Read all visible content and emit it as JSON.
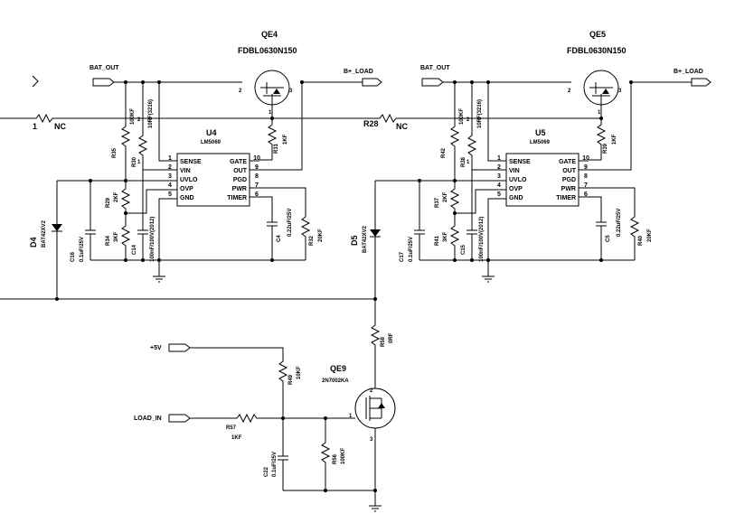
{
  "nets": {
    "bat_out": "BAT_OUT",
    "b_load": "B+_LOAD",
    "nc": "NC",
    "plus5v": "+5V",
    "load_in": "LOAD_IN",
    "pin1": "1"
  },
  "fets": {
    "qe4": {
      "ref": "QE4",
      "part": "FDBL0630N150"
    },
    "qe5": {
      "ref": "QE5",
      "part": "FDBL0630N150"
    },
    "qe9": {
      "ref": "QE9",
      "part": "2N7002KA"
    }
  },
  "ic": {
    "u4": {
      "ref": "U4",
      "part": "LM5069"
    },
    "u5": {
      "ref": "U5",
      "part": "LM5069"
    },
    "pins_left": [
      {
        "n": "1",
        "name": "SENSE"
      },
      {
        "n": "2",
        "name": "VIN"
      },
      {
        "n": "3",
        "name": "UVLO"
      },
      {
        "n": "4",
        "name": "OVP"
      },
      {
        "n": "5",
        "name": "GND"
      }
    ],
    "pins_right": [
      {
        "n": "10",
        "name": "GATE"
      },
      {
        "n": "9",
        "name": "OUT"
      },
      {
        "n": "8",
        "name": "PGD"
      },
      {
        "n": "7",
        "name": "PWR"
      },
      {
        "n": "6",
        "name": "TIMER"
      }
    ]
  },
  "fet_pins": {
    "gate": "2",
    "source": "3",
    "drain": "1"
  },
  "qe9_pins": {
    "drain": "2",
    "gate": "1",
    "source": "3"
  },
  "components": {
    "R28": {
      "ref": "R28"
    },
    "R35": {
      "ref": "R35",
      "value": "100KF"
    },
    "R30": {
      "ref": "R30",
      "value": "10RF(3216)"
    },
    "R30_pin1": "1",
    "R30_pin2": "2",
    "R31": {
      "ref": "R31",
      "value": "1KF"
    },
    "R29": {
      "ref": "R29",
      "value": "2KF"
    },
    "R34": {
      "ref": "R34",
      "value": "3KF"
    },
    "C14": {
      "ref": "C14",
      "value": "100nF/100V(2012)"
    },
    "C16": {
      "ref": "C16",
      "value": "0.1uF/25V"
    },
    "C4": {
      "ref": "C4",
      "value": "0.22uF/25V"
    },
    "R32": {
      "ref": "R32",
      "value": "20KF"
    },
    "D4": {
      "ref": "D4",
      "value": "BAT42XV2"
    },
    "R42": {
      "ref": "R42",
      "value": "100KF"
    },
    "R38": {
      "ref": "R38",
      "value": "10RF(3216)"
    },
    "R39": {
      "ref": "R39",
      "value": "1KF"
    },
    "R37": {
      "ref": "R37",
      "value": "2KF"
    },
    "R41": {
      "ref": "R41",
      "value": "3KF"
    },
    "C15": {
      "ref": "C15",
      "value": "100nF/100V(2012)"
    },
    "C17": {
      "ref": "C17",
      "value": "0.1uF/25V"
    },
    "C5": {
      "ref": "C5",
      "value": "0.22uF/25V"
    },
    "R40": {
      "ref": "R40",
      "value": "20KF"
    },
    "D5": {
      "ref": "D5",
      "value": "BAT42XV2"
    },
    "R58": {
      "ref": "R58",
      "value": "0RF"
    },
    "R49": {
      "ref": "R49",
      "value": "10KF"
    },
    "R57": {
      "ref": "R57",
      "value": "1KF"
    },
    "C22": {
      "ref": "C22",
      "value": "0.1uF/25V"
    },
    "R56": {
      "ref": "R56",
      "value": "100KF"
    }
  }
}
